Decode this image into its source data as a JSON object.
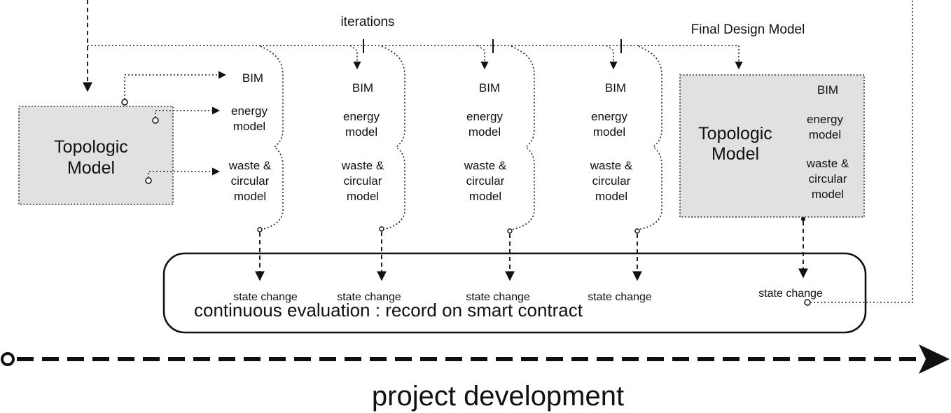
{
  "labels": {
    "iterations": "iterations",
    "final_design_model": "Final Design Model",
    "project_development": "project development",
    "continuous_evaluation": "continuous evaluation : record on smart contract"
  },
  "topologic_model_initial": {
    "line1": "Topologic",
    "line2": "Model"
  },
  "topologic_model_final": {
    "line1": "Topologic",
    "line2": "Model"
  },
  "initial_outputs": {
    "bim": "BIM",
    "energy": [
      "energy",
      "model"
    ],
    "waste": [
      "waste &",
      "circular",
      "model"
    ]
  },
  "iteration_columns": [
    {
      "bim": "BIM",
      "energy": [
        "energy",
        "model"
      ],
      "waste": [
        "waste &",
        "circular",
        "model"
      ]
    },
    {
      "bim": "BIM",
      "energy": [
        "energy",
        "model"
      ],
      "waste": [
        "waste &",
        "circular",
        "model"
      ]
    },
    {
      "bim": "BIM",
      "energy": [
        "energy",
        "model"
      ],
      "waste": [
        "waste &",
        "circular",
        "model"
      ]
    }
  ],
  "final_outputs": {
    "bim": "BIM",
    "energy": [
      "energy",
      "model"
    ],
    "waste": [
      "waste &",
      "circular",
      "model"
    ]
  },
  "state_changes": [
    "state change",
    "state change",
    "state change",
    "state change",
    "state change"
  ],
  "colors": {
    "box_fill": "#e1e1e1",
    "stroke": "#222222"
  }
}
